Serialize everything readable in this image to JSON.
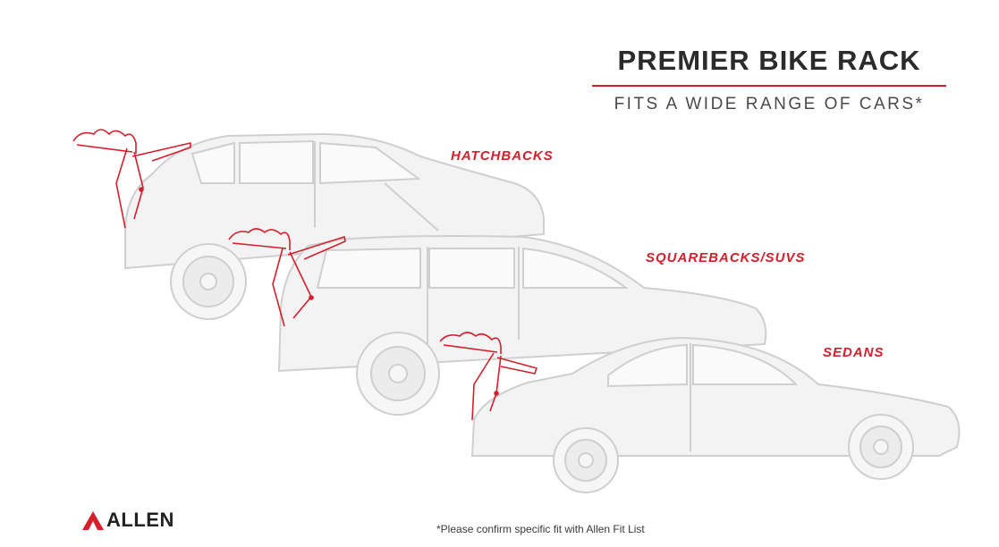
{
  "header": {
    "title": "PREMIER BIKE RACK",
    "subtitle": "FITS A WIDE RANGE OF CARS*"
  },
  "categories": {
    "hatchbacks": "HATCHBACKS",
    "squarebacks": "SQUAREBACKS/SUVS",
    "sedans": "SEDANS"
  },
  "footnote": "*Please confirm specific fit with Allen Fit List",
  "brand": {
    "name": "ALLEN",
    "logo_icon": "allen-triangle-logo-icon"
  },
  "colors": {
    "accent": "#d61f2b",
    "car_fill": "#f3f3f3",
    "car_stroke": "#cfcfcf",
    "text": "#2b2b2b"
  }
}
